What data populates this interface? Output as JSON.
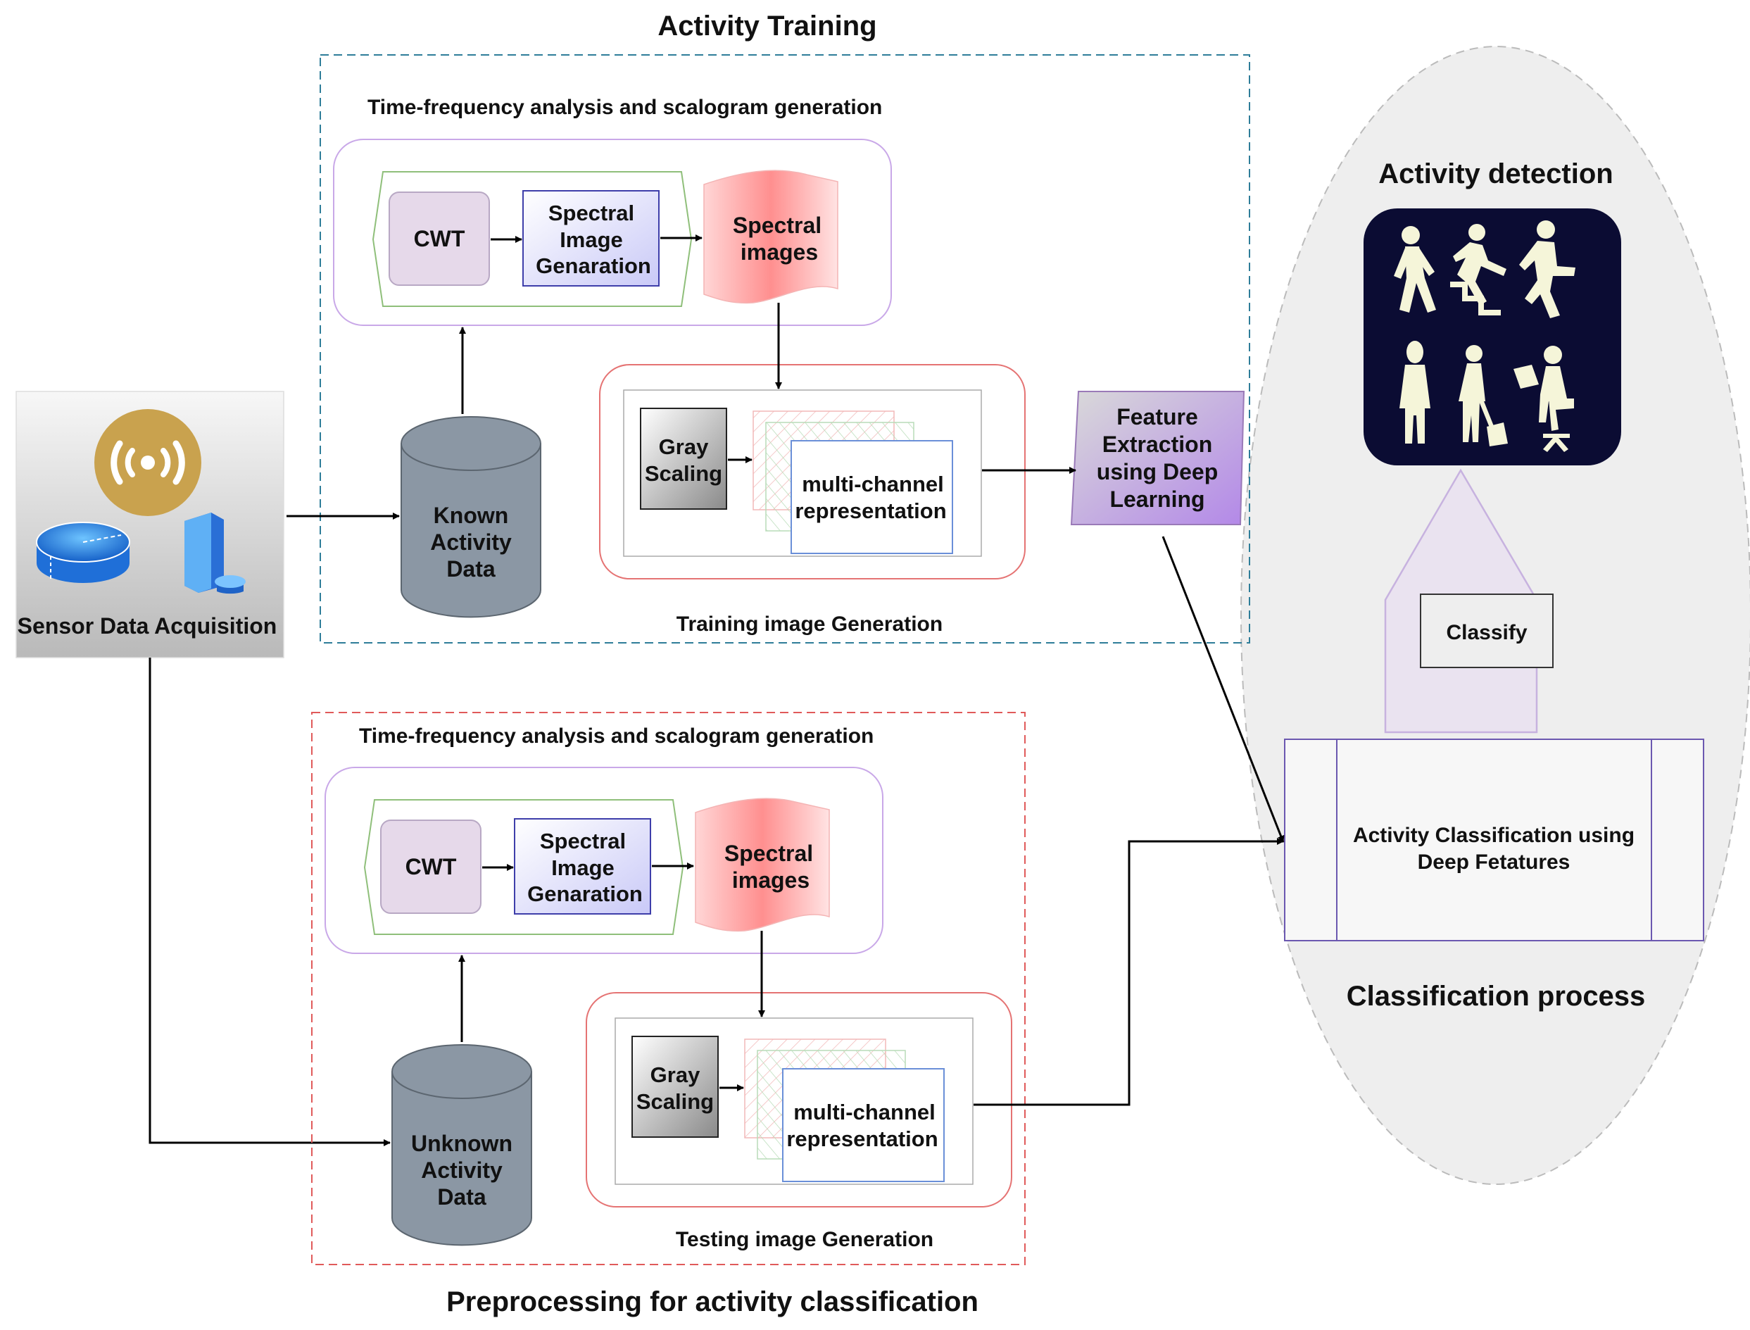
{
  "titles": {
    "activity_training": "Activity Training",
    "preprocessing": "Preprocessing for activity classification",
    "activity_detection": "Activity detection",
    "classification_process": "Classification process"
  },
  "sensor": {
    "label": "Sensor Data Acquisition"
  },
  "training": {
    "tf_label": "Time-frequency analysis and scalogram generation",
    "cwt": "CWT",
    "spectral_gen": [
      "Spectral",
      "Image",
      "Genaration"
    ],
    "spectral_images": [
      "Spectral",
      "images"
    ],
    "gray_scaling": [
      "Gray",
      "Scaling"
    ],
    "multichannel": [
      "multi-channel",
      "representation"
    ],
    "image_gen_label": "Training image Generation",
    "db_label": [
      "Known",
      "Activity",
      "Data"
    ]
  },
  "testing": {
    "tf_label": "Time-frequency analysis and scalogram generation",
    "cwt": "CWT",
    "spectral_gen": [
      "Spectral",
      "Image",
      "Genaration"
    ],
    "spectral_images": [
      "Spectral",
      "images"
    ],
    "gray_scaling": [
      "Gray",
      "Scaling"
    ],
    "multichannel": [
      "multi-channel",
      "representation"
    ],
    "image_gen_label": "Testing image Generation",
    "db_label": [
      "Unknown",
      "Activity",
      "Data"
    ]
  },
  "feature_extraction": [
    "Feature",
    "Extraction",
    "using Deep",
    "Learning"
  ],
  "classify": "Classify",
  "activity_classification": [
    "Activity Classification using",
    "Deep Fetatures"
  ],
  "colors": {
    "training_border": "#2e7d99",
    "testing_border": "#e05a5a",
    "purple_border": "#c9a8e8",
    "red_border": "#e57373",
    "green_hex": "#8fbf7a",
    "cwt_fill": "#e6d9ea",
    "spec_gen_fill": "#d8d8fb",
    "db_fill": "#8b97a4",
    "detection_bg": "#0b0c33",
    "figure_fill": "#f5f5d9",
    "coin_gold": "#c9a24e"
  },
  "icons": [
    "broadcast-icon",
    "disk-icon",
    "server-icon",
    "walking-icon",
    "stairs-icon",
    "running-icon",
    "standing-icon",
    "sweeping-icon",
    "sitting-icon"
  ]
}
